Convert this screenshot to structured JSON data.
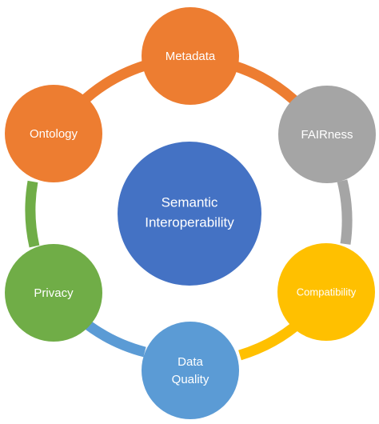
{
  "center": {
    "label_line1": "Semantic",
    "label_line2": "Interoperability",
    "color": "#4472c4"
  },
  "nodes": [
    {
      "key": "metadata",
      "label": "Metadata",
      "color": "#ed7d31"
    },
    {
      "key": "fairness",
      "label": "FAIRness",
      "color": "#a5a5a5"
    },
    {
      "key": "compatibility",
      "label": "Compatibility",
      "color": "#ffc000"
    },
    {
      "key": "data-quality",
      "label_line1": "Data",
      "label_line2": "Quality",
      "color": "#5b9bd5"
    },
    {
      "key": "privacy",
      "label": "Privacy",
      "color": "#70ad47"
    },
    {
      "key": "ontology",
      "label": "Ontology",
      "color": "#ed7d31"
    }
  ],
  "connectors": [
    {
      "from": "metadata",
      "to": "fairness",
      "color": "#ed7d31"
    },
    {
      "from": "fairness",
      "to": "compatibility",
      "color": "#a5a5a5"
    },
    {
      "from": "compatibility",
      "to": "data-quality",
      "color": "#ffc000"
    },
    {
      "from": "data-quality",
      "to": "privacy",
      "color": "#5b9bd5"
    },
    {
      "from": "privacy",
      "to": "ontology",
      "color": "#70ad47"
    },
    {
      "from": "ontology",
      "to": "metadata",
      "color": "#ed7d31"
    }
  ]
}
